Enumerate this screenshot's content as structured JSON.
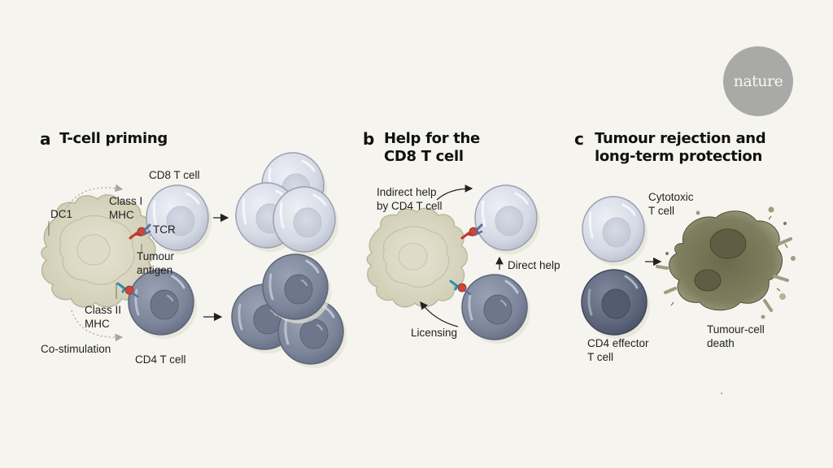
{
  "logo": {
    "text": "nature",
    "color": "#a9a9a7"
  },
  "colors": {
    "background": "#f5f4ee",
    "cd8_cell": "#d7dbe6",
    "cd4_cell": "#7c8599",
    "dendritic_cell": "#d9d6c2",
    "tumour_antigen": "#c0392b",
    "tcr": "#5a6f9a",
    "class2_mhc": "#2b8fb0",
    "tumour_dying": "#7b7a5c"
  },
  "panels": [
    {
      "letter": "a",
      "title": "T-cell priming",
      "labels": {
        "cd8": "CD8 T cell",
        "class1": "Class I\nMHC",
        "dc1": "DC1",
        "tcr": "TCR",
        "antigen": "Tumour\nantigen",
        "class2": "Class II\nMHC",
        "costim": "Co-stimulation",
        "cd4": "CD4 T cell"
      }
    },
    {
      "letter": "b",
      "title": "Help for the\nCD8 T cell",
      "labels": {
        "indirect": "Indirect help\nby CD4 T cell",
        "direct": "Direct help",
        "licensing": "Licensing"
      }
    },
    {
      "letter": "c",
      "title": "Tumour rejection and\nlong-term protection",
      "labels": {
        "cytotoxic": "Cytotoxic\nT cell",
        "cd4eff": "CD4 effector\nT cell",
        "death": "Tumour-cell\ndeath"
      }
    }
  ]
}
